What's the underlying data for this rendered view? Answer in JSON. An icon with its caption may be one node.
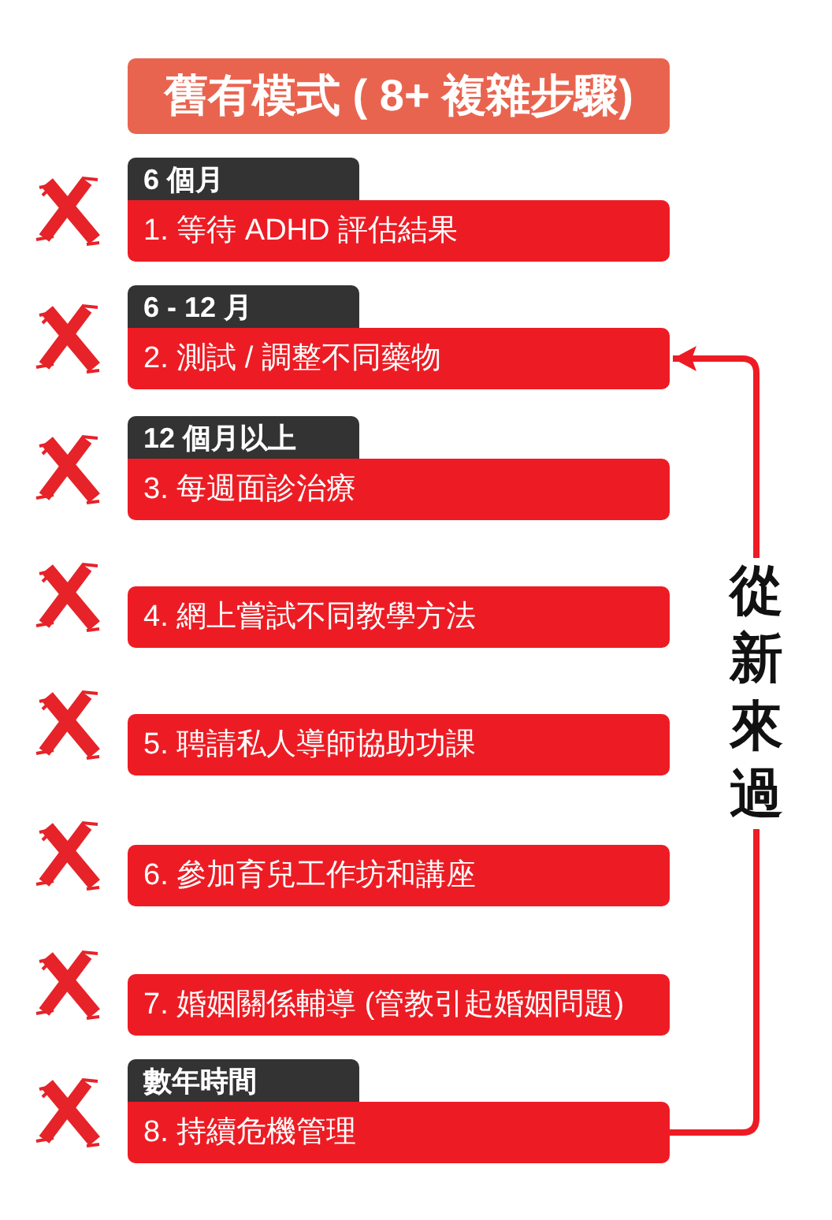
{
  "diagram": {
    "title": "舊有模式 ( 8+ 複雜步驟)",
    "nodes": [
      {
        "text": [
          "1. 等待 ADHD 評估結果"
        ],
        "beside": [
          "6 個月"
        ]
      },
      {
        "text": [
          "2. 測試 / 調整不同藥物"
        ],
        "beside": [
          "6 - 12 月"
        ]
      },
      {
        "text": [
          "3. 每週面診治療"
        ],
        "beside": [
          "12 個月以上"
        ]
      },
      {
        "text": [
          "4. 網上嘗試不同教學方法"
        ]
      },
      {
        "text": [
          "5. 聘請私人導師協助功課"
        ]
      },
      {
        "text": [
          "6. 參加育兒工作坊和講座"
        ]
      },
      {
        "text": [
          "7. 婚姻關係輔導 (管教引起婚姻問題)"
        ]
      },
      {
        "text": [
          "8. 持續危機管理"
        ],
        "beside": [
          "數年時間"
        ]
      }
    ],
    "edges": [
      {
        "from": 7,
        "to": 1,
        "arrow": "to",
        "label": "從新來過"
      }
    ]
  }
}
